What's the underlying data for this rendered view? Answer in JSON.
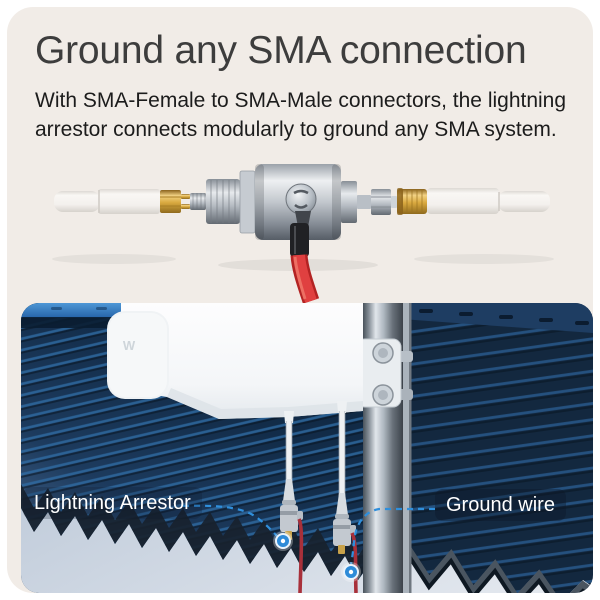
{
  "header": {
    "title": "Ground any SMA connection",
    "subtitle": "With SMA-Female to SMA-Male connectors, the lightning\narrestor connects modularly to ground any SMA system."
  },
  "callouts": {
    "lightning_arrestor": "Lightning Arrestor",
    "ground_wire": "Ground wire"
  },
  "antenna": {
    "logo": "W"
  },
  "colors": {
    "card_beige": "#f1ece7",
    "accent_blue": "#2f8fdc",
    "roof_navy": "#12304f",
    "roof_band_blue": "#3a82c6",
    "wall_gray_blue": "#c6d1df",
    "wire_red": "#d92f2f",
    "connector_gold": "#d9a93f",
    "metal_silver": "#aab3bc",
    "label_text": "#ffffff",
    "heading_text": "#3d3d3d"
  }
}
